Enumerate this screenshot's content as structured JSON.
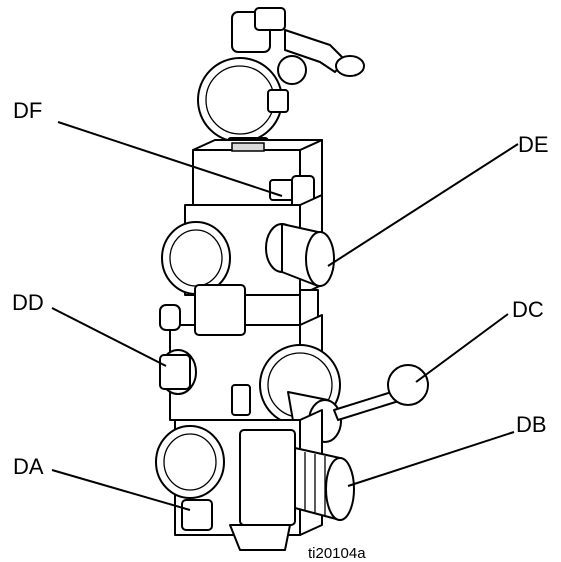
{
  "callouts": {
    "df": "DF",
    "de": "DE",
    "dd": "DD",
    "dc": "DC",
    "db": "DB",
    "da": "DA"
  },
  "figure_id": "ti20104a"
}
